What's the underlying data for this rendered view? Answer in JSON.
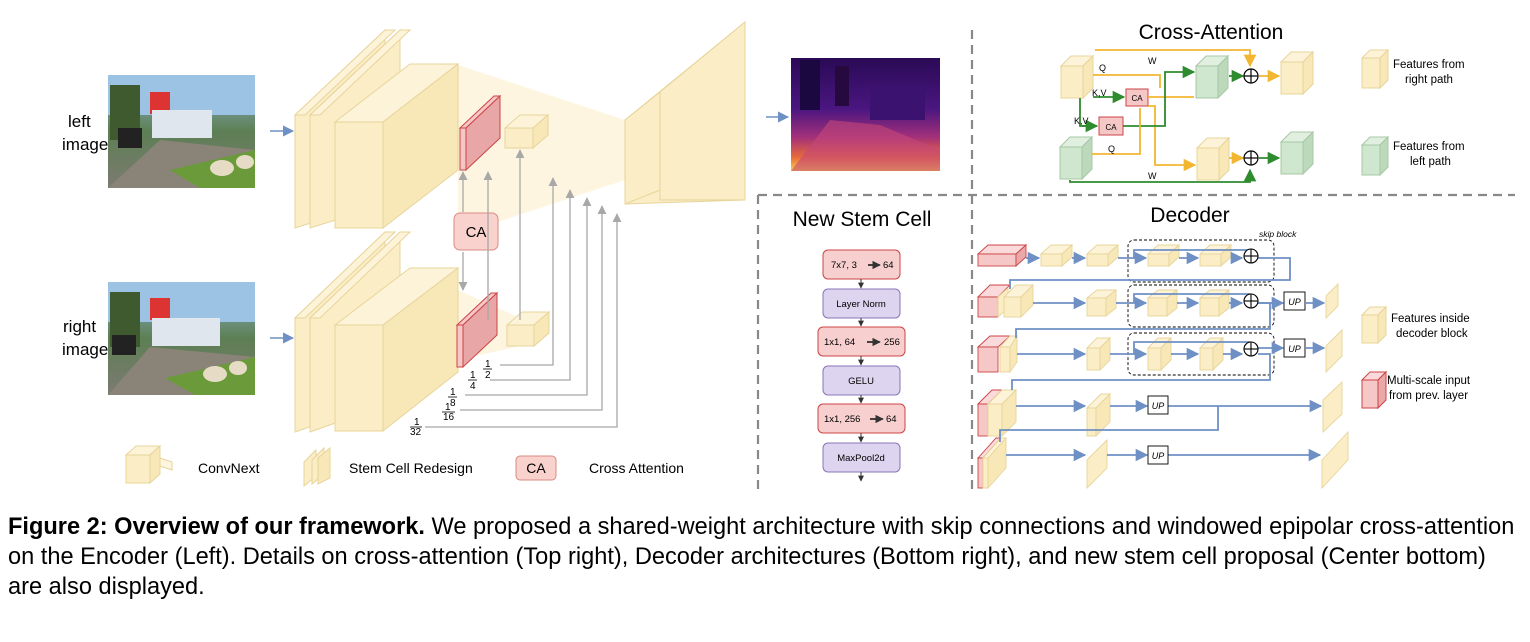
{
  "encoder": {
    "left_label_1": "left",
    "left_label_2": "image",
    "right_label_1": "right",
    "right_label_2": "image",
    "ca_label": "CA",
    "frac_half_n": "1",
    "frac_half_d": "2",
    "frac_quarter_n": "1",
    "frac_quarter_d": "4",
    "frac_eighth_n": "1",
    "frac_eighth_d": "8",
    "frac_16_n": "1",
    "frac_16_d": "16",
    "frac_32_n": "1",
    "frac_32_d": "32"
  },
  "legend_bottom": {
    "convnext": "ConvNext",
    "stem": "Stem Cell Redesign",
    "ca_box": "CA",
    "cross": "Cross Attention"
  },
  "cross_attention": {
    "title": "Cross-Attention",
    "q1": "Q",
    "w1": "W",
    "kv1": "K,V",
    "ca1": "CA",
    "kv2": "K,V",
    "ca2": "CA",
    "q2": "Q",
    "w2": "W",
    "legend_right_1": "Features from",
    "legend_right_2": "right path",
    "legend_left_1": "Features from",
    "legend_left_2": "left path"
  },
  "stem_cell": {
    "title": "New Stem Cell",
    "b1_pre": "7x7,  3",
    "b1_post": "64",
    "b2": "Layer Norm",
    "b3_pre": "1x1,  64",
    "b3_post": "256",
    "b4": "GELU",
    "b5_pre": "1x1,  256",
    "b5_post": "64",
    "b6": "MaxPool2d"
  },
  "decoder": {
    "title": "Decoder",
    "skip_block": "skip block",
    "up": "UP",
    "legend_inside_1": "Features inside",
    "legend_inside_2": "decoder block",
    "legend_multi_1": "Multi-scale input",
    "legend_multi_2": "from prev. layer"
  },
  "caption": {
    "bold": "Figure 2: Overview of our framework.",
    "text": " We proposed a shared-weight architecture with skip connections and windowed epipolar cross-attention on the Encoder (Left). Details on cross-attention (Top right), Decoder architectures (Bottom right), and new stem cell proposal (Center bottom) are also displayed."
  },
  "colors": {
    "feature_yellow": "#fbeec6",
    "feature_edge": "#e8d49a",
    "feature_pink": "#f5c7c7",
    "pink_edge": "#c44",
    "green": "#cfe6cf",
    "lavender": "#dcd2ee",
    "arrow_blue": "#6f90c4",
    "arrow_gray": "#a8a8a8",
    "arrow_orange": "#f2b631",
    "arrow_green": "#2e8b2e"
  }
}
